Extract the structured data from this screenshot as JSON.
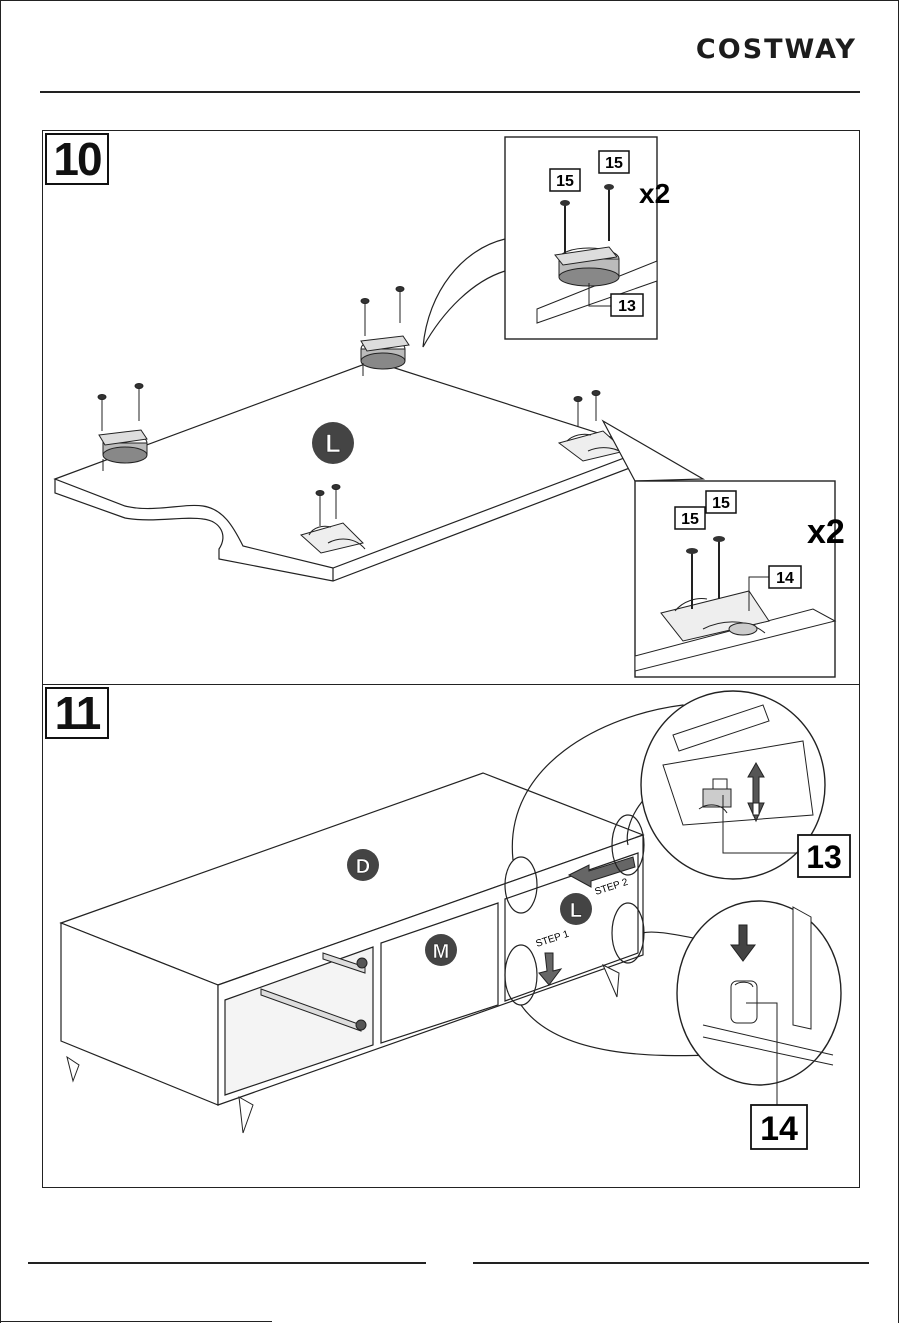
{
  "header": {
    "brand": "COSTWAY"
  },
  "steps": [
    {
      "number": "10",
      "multiplier_top": "x2",
      "multiplier_bottom": "x2",
      "panel_label": "L",
      "callout_top": {
        "screw_a": "15",
        "screw_b": "15",
        "part": "13"
      },
      "callout_bottom": {
        "screw_a": "15",
        "screw_b": "15",
        "part": "14"
      }
    },
    {
      "number": "11",
      "panel_top": "D",
      "panel_middle": "M",
      "panel_right": "L",
      "arrow_step_1": "STEP 1",
      "arrow_step_2": "STEP 2",
      "callout_upper_part": "13",
      "callout_lower_part": "14"
    }
  ]
}
